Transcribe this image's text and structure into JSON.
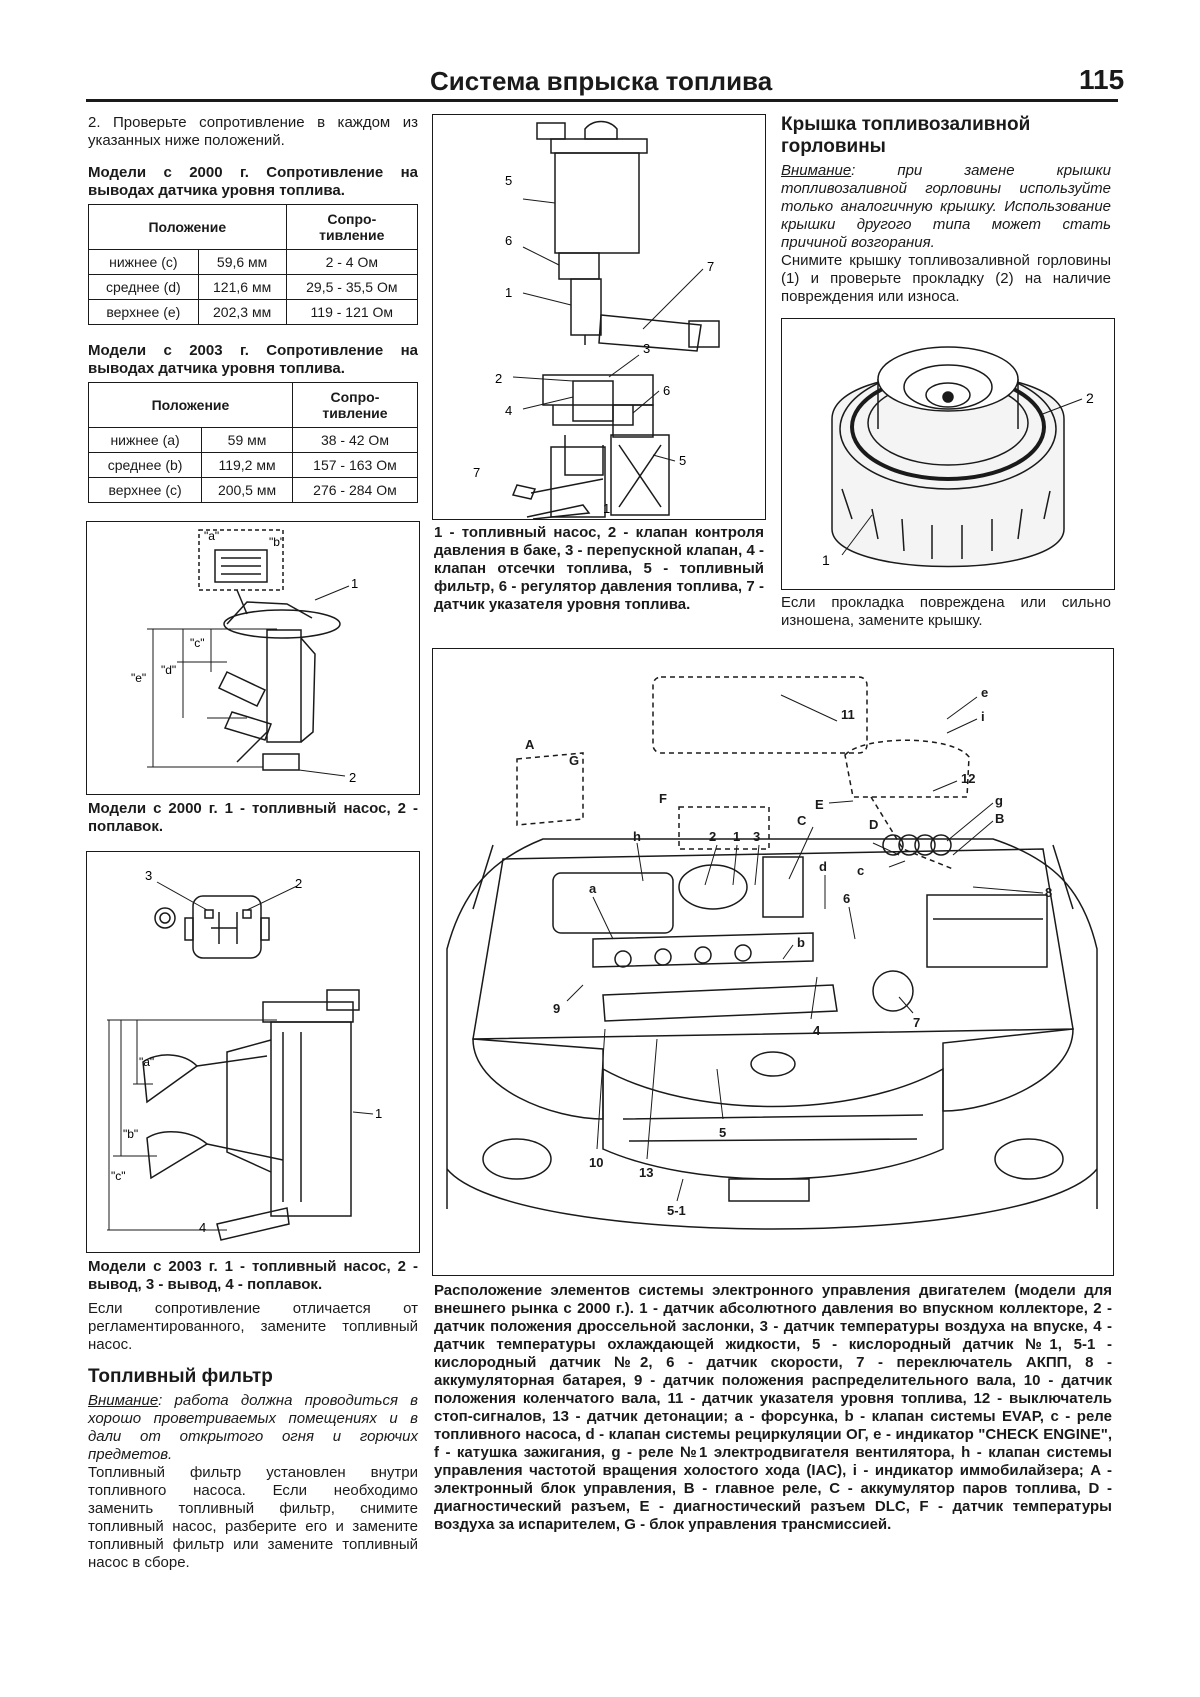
{
  "header": {
    "title": "Система впрыска топлива",
    "page_number": "115"
  },
  "left": {
    "intro": "2. Проверьте сопротивление в каждом из указанных ниже положений.",
    "table2000": {
      "caption": "Модели с 2000 г. Сопротивление на выводах датчика уровня топлива.",
      "head_position": "Положение",
      "head_resistance_1": "Сопро-",
      "head_resistance_2": "тивление",
      "rows": [
        {
          "pos": "нижнее (c)",
          "len": "59,6 мм",
          "res": "2 - 4 Ом"
        },
        {
          "pos": "среднее (d)",
          "len": "121,6 мм",
          "res": "29,5 - 35,5 Ом"
        },
        {
          "pos": "верхнее (e)",
          "len": "202,3 мм",
          "res": "119 - 121 Ом"
        }
      ]
    },
    "table2003": {
      "caption": "Модели с 2003 г. Сопротивление на выводах датчика уровня топлива.",
      "head_position": "Положение",
      "head_resistance_1": "Сопро-",
      "head_resistance_2": "тивление",
      "rows": [
        {
          "pos": "нижнее (a)",
          "len": "59 мм",
          "res": "38 - 42 Ом"
        },
        {
          "pos": "среднее (b)",
          "len": "119,2 мм",
          "res": "157 - 163 Ом"
        },
        {
          "pos": "верхнее (c)",
          "len": "200,5 мм",
          "res": "276 - 284 Ом"
        }
      ]
    },
    "fig1": {
      "labels": {
        "a": "\"a\"",
        "b": "\"b\"",
        "c": "\"c\"",
        "d": "\"d\"",
        "e": "\"e\"",
        "n1": "1",
        "n2": "2"
      },
      "caption": "Модели с 2000 г. 1 - топливный насос, 2 - поплавок."
    },
    "fig2": {
      "labels": {
        "a": "\"a\"",
        "b": "\"b\"",
        "c": "\"c\"",
        "n1": "1",
        "n2": "2",
        "n3": "3",
        "n4": "4"
      },
      "caption": "Модели с 2003 г. 1 - топливный насос, 2 - вывод, 3 - вывод, 4 - поплавок."
    },
    "after_fig": "Если сопротивление отличается от регламентированного, замените топливный насос.",
    "filter_title": "Топливный фильтр",
    "filter_warn_label": "Внимание",
    "filter_warn_text": ": работа должна проводиться в хорошо проветриваемых помещениях и в дали от открытого огня и горючих предметов.",
    "filter_text": "Топливный фильтр установлен внутри топливного насоса. Если необходимо заменить топливный фильтр, снимите топливный насос, разберите его и замените топливный фильтр или замените топливный насос в сборе."
  },
  "middle": {
    "fig3": {
      "labels": {
        "n1": "1",
        "n2": "2",
        "n3": "3",
        "n4": "4",
        "n5": "5",
        "n6": "6",
        "n7": "7"
      },
      "caption": "1 - топливный насос, 2 - клапан контроля давления в баке, 3 - перепускной клапан, 4 - клапан отсечки топлива, 5 - топливный фильтр, 6 - регулятор давления топлива, 7 - датчик указателя уровня топлива."
    }
  },
  "right": {
    "cap_title": "Крышка топливозаливной горловины",
    "cap_warn_label": "Внимание",
    "cap_warn_text": ": при замене крышки топливозаливной горловины используйте только аналогичную крышку. Использование крышки другого типа может стать причиной возгорания.",
    "cap_text": "Снимите крышку топливозаливной горловины (1) и проверьте прокладку (2) на наличие повреждения или износа.",
    "fig4": {
      "labels": {
        "n1": "1",
        "n2": "2"
      }
    },
    "cap_after": "Если прокладка повреждена или сильно изношена, замените крышку."
  },
  "engine": {
    "labels": {
      "A": "A",
      "G": "G",
      "F": "F",
      "E": "E",
      "B": "B",
      "C": "C",
      "D": "D",
      "e": "e",
      "i": "i",
      "g": "g",
      "h": "h",
      "c": "c",
      "d": "d",
      "a": "a",
      "b": "b",
      "n1": "1",
      "n2": "2",
      "n3": "3",
      "n4": "4",
      "n5": "5",
      "n51": "5-1",
      "n6": "6",
      "n7": "7",
      "n8": "8",
      "n9": "9",
      "n10": "10",
      "n11": "11",
      "n12": "12",
      "n13": "13"
    },
    "caption": "Расположение элементов системы электронного управления двигателем (модели для внешнего рынка с 2000 г.). 1 - датчик абсолютного давления во впускном коллекторе, 2 - датчик положения дроссельной заслонки, 3 - датчик температуры воздуха на впуске, 4 - датчик температуры охлаждающей жидкости, 5 - кислородный датчик №1, 5-1 - кислородный датчик №2, 6 - датчик скорости, 7 - переключатель АКПП, 8 - аккумуляторная батарея, 9 - датчик положения распределительного вала, 10 - датчик положения коленчатого вала, 11 - датчик указателя уровня топлива, 12 - выключатель стоп-сигналов, 13 - датчик детонации; a - форсунка, b - клапан системы EVAP, c - реле топливного насоса, d - клапан системы рециркуляции ОГ, e - индикатор \"CHECK ENGINE\", f - катушка зажигания, g - реле №1 электродвигателя вентилятора, h - клапан системы управления частотой вращения холостого хода (IAC), i - индикатор иммобилайзера; A - электронный блок управления, B - главное реле, C - аккумулятор паров топлива, D - диагностический разъем, E - диагностический разъем DLC, F - датчик температуры воздуха за испарителем, G - блок управления трансмиссией."
  }
}
